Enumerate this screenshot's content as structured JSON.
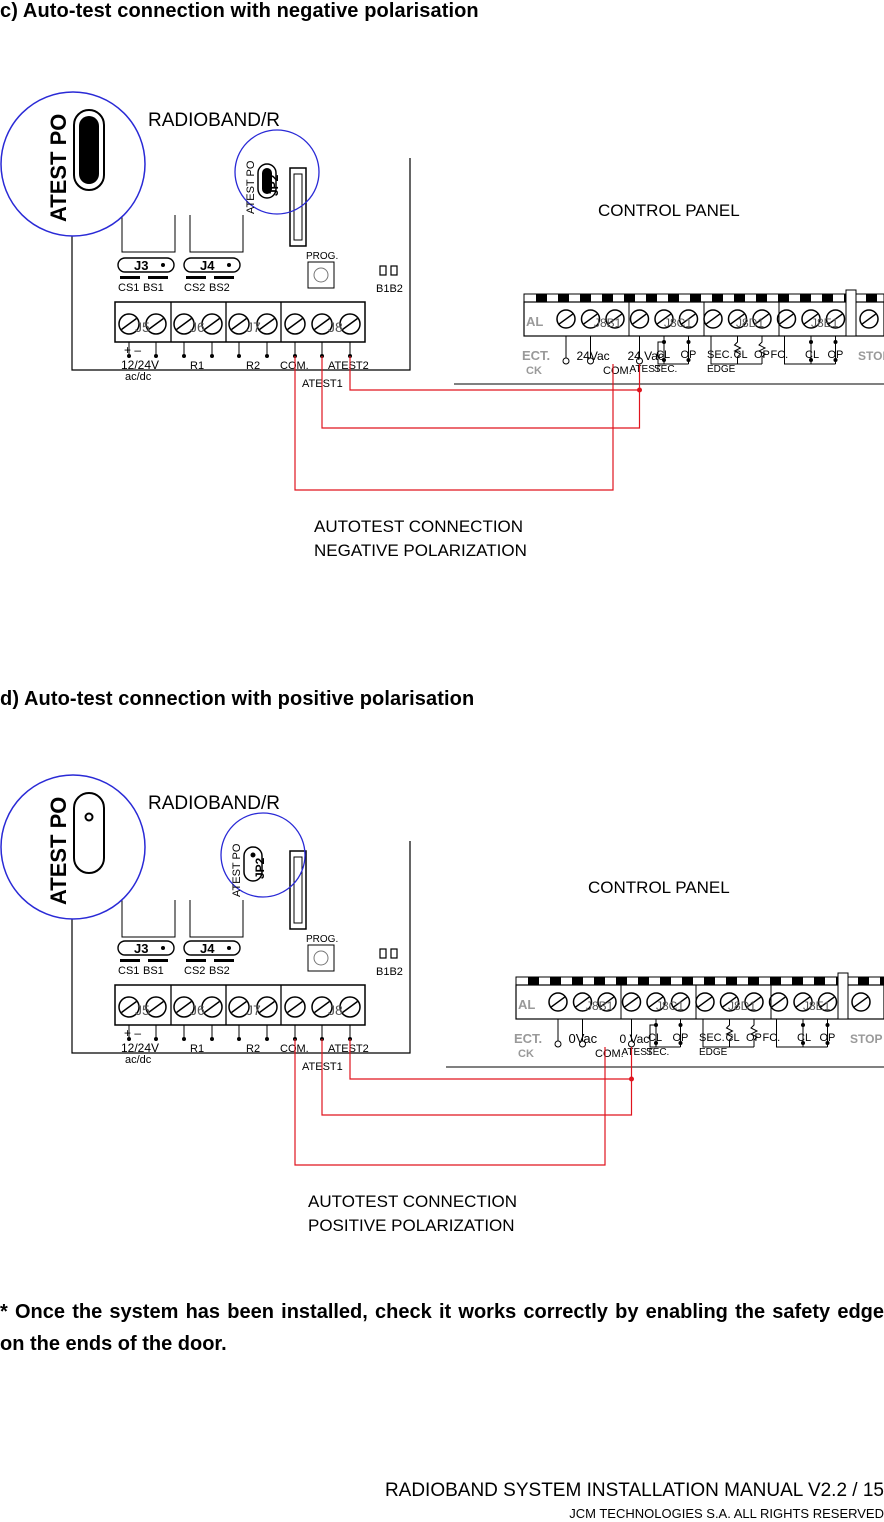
{
  "section_c": {
    "heading": "c) Auto-test connection with negative polarisation",
    "caption_line1": "AUTOTEST CONNECTION",
    "caption_line2": "NEGATIVE POLARIZATION",
    "zoom_label": "ATEST PO",
    "board_title": "RADIOBAND/R",
    "jumper_label": "ATEST PO",
    "jumper_id": "JP2",
    "prog_label": "PROG.",
    "b1b2_label": "B1B2",
    "connectors": [
      "J3",
      "J4"
    ],
    "cs_labels": [
      "CS1",
      "BS1",
      "CS2",
      "BS2"
    ],
    "terminal_groups": [
      "J5",
      "J6",
      "J7",
      "J8"
    ],
    "power_pol": "+ –",
    "power_line1": "12/24V",
    "power_line2": "ac/dc",
    "r1": "R1",
    "r2": "R2",
    "com": "COM.",
    "atest1": "ATEST1",
    "atest2": "ATEST2",
    "panel_title": "CONTROL PANEL",
    "panel_groups": [
      "J8B1",
      "J8C1",
      "J8D1",
      "J8E1"
    ],
    "panel_edge_left": "AL",
    "panel_left_line1": "ECT.",
    "panel_left_line2": "CK",
    "supply_a": "24Vac",
    "supply_b": "24 Vac",
    "panel_com": "COM.",
    "panel_atest": "ATEST",
    "cl": "CL",
    "op": "OP",
    "sec": "SEC.",
    "sec_edge": "SEC.",
    "edge": "EDGE",
    "fc": "FC.",
    "panel_stop": "STOP"
  },
  "section_d": {
    "heading": "d) Auto-test connection with positive polarisation",
    "caption_line1": "AUTOTEST CONNECTION",
    "caption_line2": "POSITIVE POLARIZATION",
    "zoom_label": "ATEST PO",
    "board_title": "RADIOBAND/R",
    "jumper_label": "ATEST PO",
    "jumper_id": "JP2",
    "prog_label": "PROG.",
    "b1b2_label": "B1B2",
    "connectors": [
      "J3",
      "J4"
    ],
    "cs_labels": [
      "CS1",
      "BS1",
      "CS2",
      "BS2"
    ],
    "terminal_groups": [
      "J5",
      "J6",
      "J7",
      "J8"
    ],
    "power_pol": "+ –",
    "power_line1": "12/24V",
    "power_line2": "ac/dc",
    "r1": "R1",
    "r2": "R2",
    "com": "COM.",
    "atest1": "ATEST1",
    "atest2": "ATEST2",
    "panel_title": "CONTROL PANEL",
    "panel_groups": [
      "J8B1",
      "J8C1",
      "J8D1",
      "J8E1"
    ],
    "panel_edge_left": "AL",
    "panel_left_line1": "ECT.",
    "panel_left_line2": "CK",
    "supply_a": "0Vac",
    "supply_b": "0 Vac",
    "panel_com": "COM.",
    "panel_atest": "ATEST",
    "cl": "CL",
    "op": "OP",
    "sec": "SEC.",
    "sec_edge": "SEC.",
    "edge": "EDGE",
    "fc": "FC.",
    "panel_stop": "STOP"
  },
  "note": "* Once the system has been installed, check it works correctly by enabling the safety edge on the ends of the door.",
  "footer": {
    "line1": "RADIOBAND SYSTEM INSTALLATION MANUAL V2.2 / 15",
    "line2": "JCM TECHNOLOGIES S.A. ALL RIGHTS RESERVED"
  },
  "colors": {
    "wire": "#e0141e",
    "zoom_circle": "#2a2ad6",
    "ink": "#000000"
  }
}
